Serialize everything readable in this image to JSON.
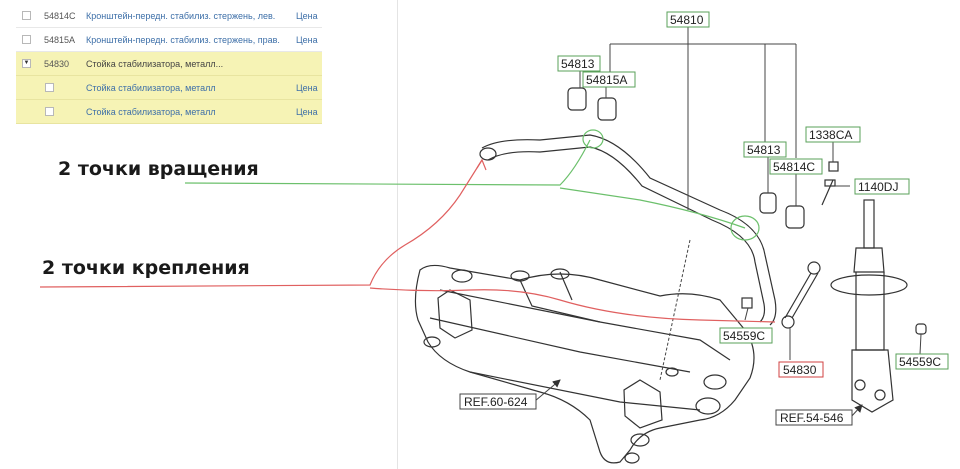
{
  "parts_list": {
    "rows": [
      {
        "number": "54814C",
        "name": "Кронштейн-передн. стабилиз. стержень, лев.",
        "price": "Цена"
      },
      {
        "number": "54815A",
        "name": "Кронштейн-передн. стабилиз. стержень, прав.",
        "price": "Цена"
      },
      {
        "number": "54830",
        "name": "Стойка стабилизатора, металл...",
        "price": ""
      }
    ],
    "sub_rows": [
      {
        "name": "Стойка стабилизатора, металл",
        "price": "Цена"
      },
      {
        "name": "Стойка стабилизатора, металл",
        "price": "Цена"
      }
    ]
  },
  "annotations": {
    "rotation": "2 точки вращения",
    "mounting": "2 точки крепления"
  },
  "callouts": {
    "c54810": "54810",
    "c54813a": "54813",
    "c54815a": "54815A",
    "c54813b": "54813",
    "c54814c": "54814C",
    "c1338ca": "1338CA",
    "c1140dj": "1140DJ",
    "c54559c_a": "54559C",
    "c54830": "54830",
    "c54559c_b": "54559C",
    "ref1": "REF.60-624",
    "ref2": "REF.54-546"
  },
  "colors": {
    "label_border": "#5aa05a",
    "label_highlight": "#d04040",
    "green_arrow": "#6cc06c",
    "red_arrow": "#e06060",
    "highlight_row": "#f6f3b5"
  }
}
